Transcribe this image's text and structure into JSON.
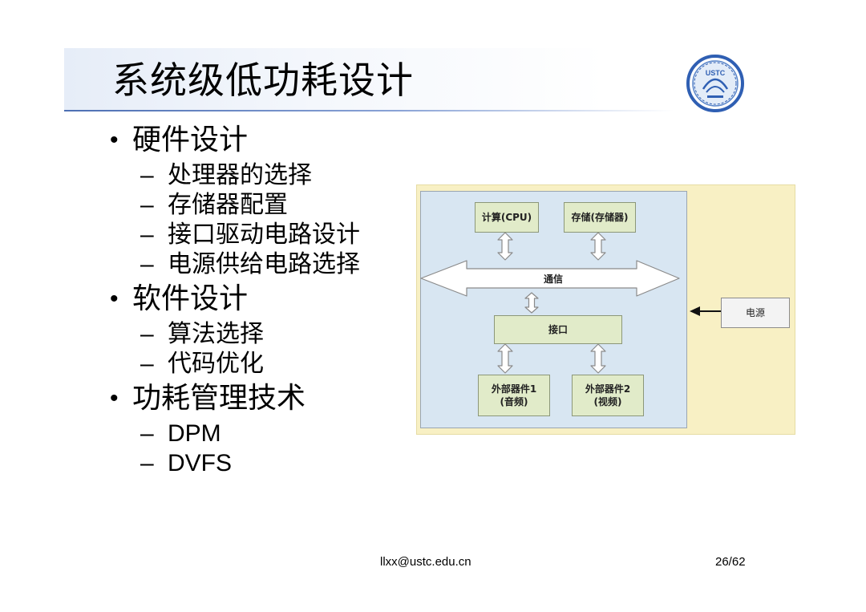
{
  "slide": {
    "title": "系统级低功耗设计",
    "logo_text": "USTC",
    "sections": [
      {
        "heading": "硬件设计",
        "items": [
          "处理器的选择",
          "存储器配置",
          "接口驱动电路设计",
          "电源供给电路选择"
        ]
      },
      {
        "heading": "软件设计",
        "items": [
          "算法选择",
          "代码优化"
        ]
      },
      {
        "heading": "功耗管理技术",
        "items": [
          "DPM",
          "DVFS"
        ]
      }
    ],
    "footer": {
      "email": "llxx@ustc.edu.cn",
      "page": "26/62"
    }
  },
  "diagram": {
    "cpu": "计算(CPU)",
    "storage": "存储(存储器)",
    "comm": "通信",
    "interface": "接口",
    "device1_line1": "外部器件1",
    "device1_line2": "(音频)",
    "device2_line1": "外部器件2",
    "device2_line2": "(视频)",
    "power": "电源"
  },
  "colors": {
    "title_rule": "#4d6fb3",
    "diagram_bg": "#f8f0c4",
    "panel_bg": "#d8e6f2",
    "box_bg": "#e1ebc9"
  }
}
